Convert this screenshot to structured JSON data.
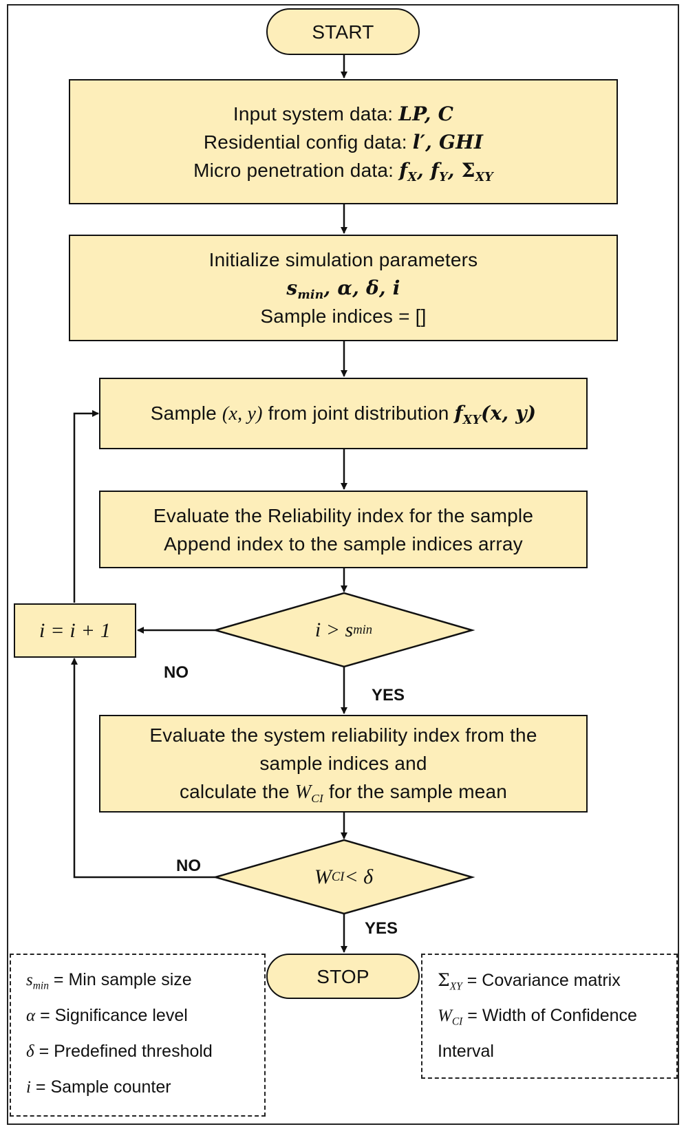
{
  "start": "START",
  "stop": "STOP",
  "input": {
    "line1_text": "Input system data: ",
    "line1_vars": "LP, C",
    "line2_text": "Residential config data: ",
    "line2_vars": "l′, GHI",
    "line3_text": "Micro penetration data: ",
    "line3_var1": "f",
    "line3_sub1": "X",
    "line3_var2": "f",
    "line3_sub2": "Y",
    "line3_var3": "Σ",
    "line3_sub3": "XY"
  },
  "init": {
    "title": "Initialize simulation parameters",
    "param_s": "s",
    "param_s_sub": "min",
    "params_rest": ", α, δ, i",
    "indices": "Sample indices = []"
  },
  "sample": {
    "text1": "Sample ",
    "var_xy": "(x, y)",
    "text2": " from joint distribution ",
    "f": "f",
    "f_sub": "XY",
    "args": "(x, y)"
  },
  "evaluate": {
    "line1": "Evaluate the Reliability index for the sample",
    "line2": "Append index to the sample indices array"
  },
  "increment": "i = i + 1",
  "decision1": {
    "lhs": "i > s",
    "sub": "min"
  },
  "system_eval": {
    "line1": "Evaluate the system reliability index from the",
    "line2": "sample indices and",
    "line3a": "calculate the ",
    "w": "W",
    "w_sub": "CI",
    "line3b": " for the sample mean"
  },
  "decision2": {
    "w": "W",
    "sub": "CI",
    "rhs": " < δ"
  },
  "labels": {
    "no1": "NO",
    "yes1": "YES",
    "no2": "NO",
    "yes2": "YES"
  },
  "legend_left": {
    "s_sym": "s",
    "s_sub": "min",
    "s_desc": " = Min sample size",
    "alpha_sym": "α",
    "alpha_desc": " = Significance level",
    "delta_sym": "δ",
    "delta_desc": " = Predefined threshold",
    "i_sym": "i",
    "i_desc": " = Sample counter"
  },
  "legend_right": {
    "sigma_sym": "Σ",
    "sigma_sub": "XY",
    "sigma_desc": " = Covariance matrix",
    "w_sym": "W",
    "w_sub": "CI",
    "w_desc": " = Width of Confidence",
    "w_desc2": "Interval"
  }
}
